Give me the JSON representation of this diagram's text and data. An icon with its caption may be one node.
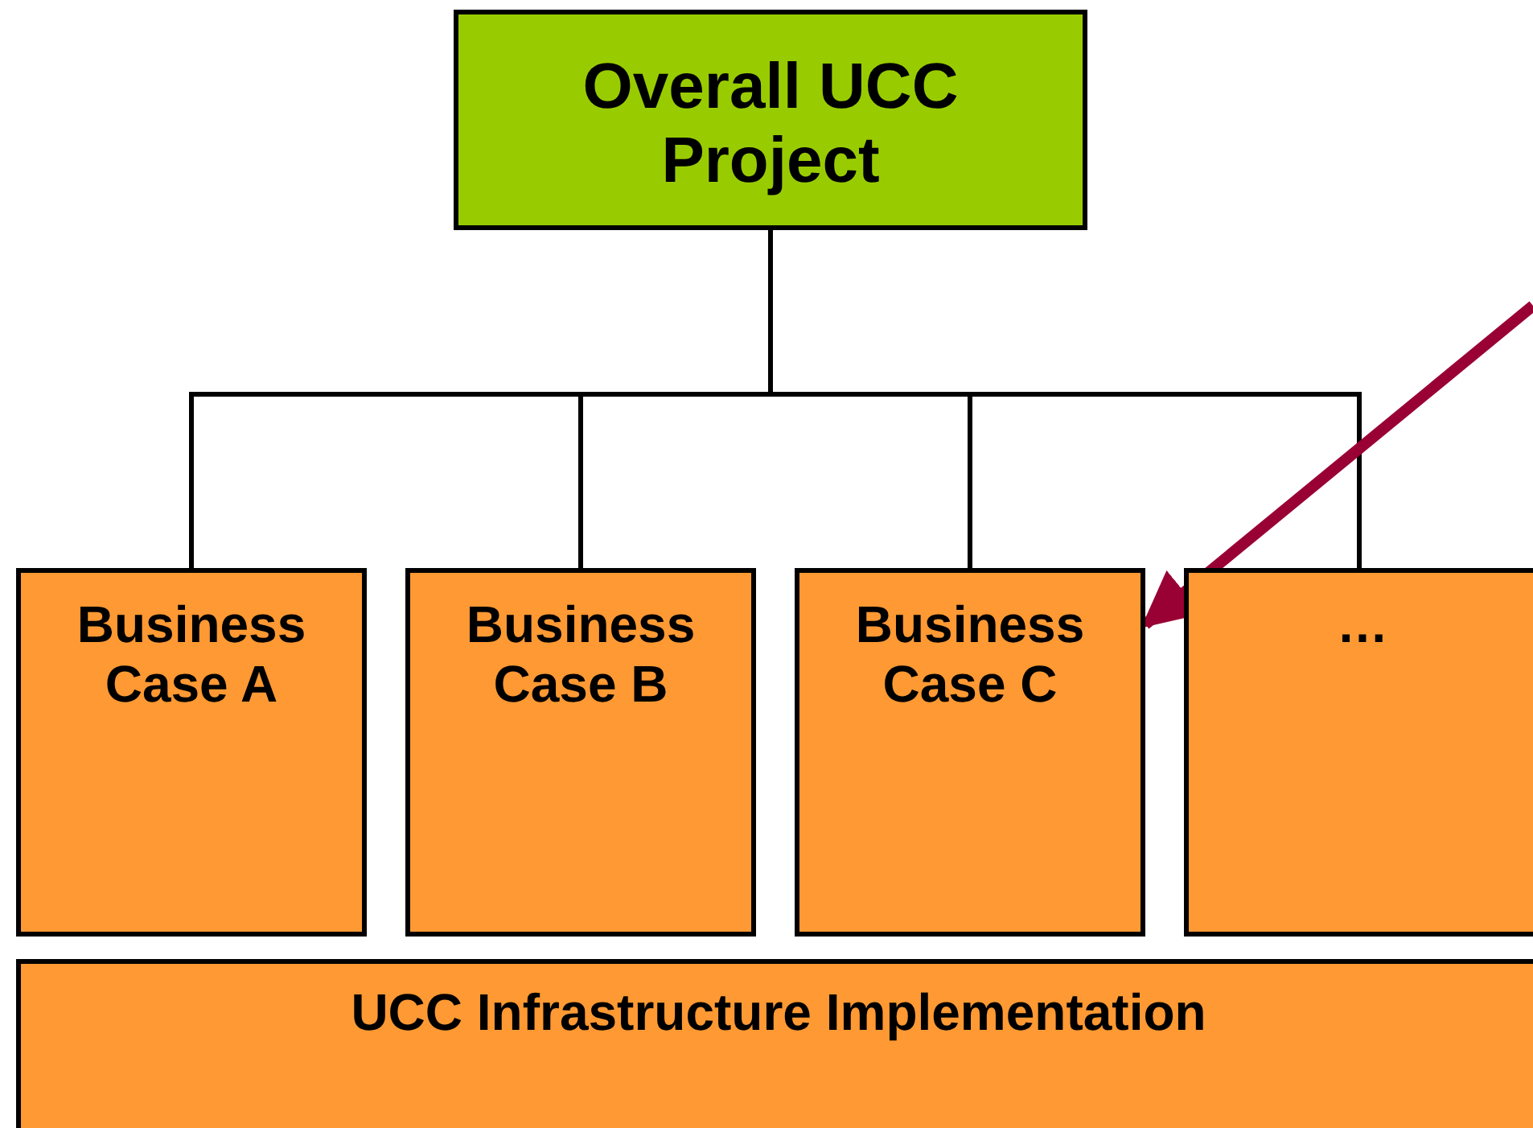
{
  "diagram": {
    "nodes": [
      {
        "text": [
          "Overall UCC Project"
        ]
      },
      {
        "text": [
          "Business Case A"
        ]
      },
      {
        "text": [
          "Business Case B"
        ]
      },
      {
        "text": [
          "Business Case C"
        ]
      },
      {
        "text": [
          "…"
        ]
      },
      {
        "text": [
          "UCC Infrastructure Implementation"
        ]
      }
    ],
    "edges": [
      {
        "from": 0,
        "to": 1,
        "arrow": "none"
      },
      {
        "from": 0,
        "to": 2,
        "arrow": "none"
      },
      {
        "from": 0,
        "to": 3,
        "arrow": "none"
      },
      {
        "from": 0,
        "to": 4,
        "arrow": "none"
      },
      {
        "from": null,
        "to": 3,
        "arrow": "to",
        "style": "thick",
        "color": "#990033"
      }
    ]
  }
}
